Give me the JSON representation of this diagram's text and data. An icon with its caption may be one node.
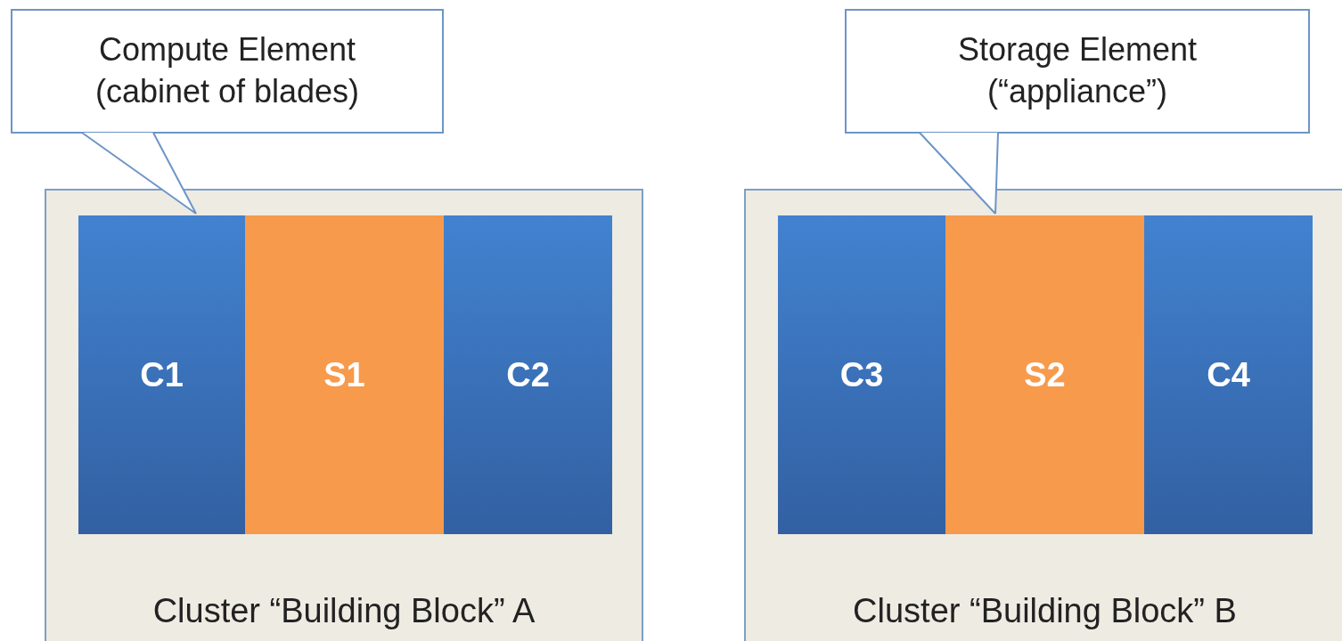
{
  "diagram": {
    "nodes": [
      {
        "text": [
          "Compute Element (cabinet of blades)"
        ]
      },
      {
        "text": [
          "Storage Element (“appliance”)"
        ]
      },
      {
        "text": [
          "Cluster “Building Block” A"
        ]
      },
      {
        "text": [
          "C1"
        ],
        "in": 2
      },
      {
        "text": [
          "S1"
        ],
        "in": 2
      },
      {
        "text": [
          "C2"
        ],
        "in": 2
      },
      {
        "text": [
          "Cluster “Building Block” B"
        ]
      },
      {
        "text": [
          "C3"
        ],
        "in": 6
      },
      {
        "text": [
          "S2"
        ],
        "in": 6
      },
      {
        "text": [
          "C4"
        ],
        "in": 6
      }
    ],
    "edges": [
      {
        "from": 0,
        "to": 3,
        "arrow": "none"
      },
      {
        "from": 1,
        "to": 8,
        "arrow": "none"
      }
    ]
  }
}
